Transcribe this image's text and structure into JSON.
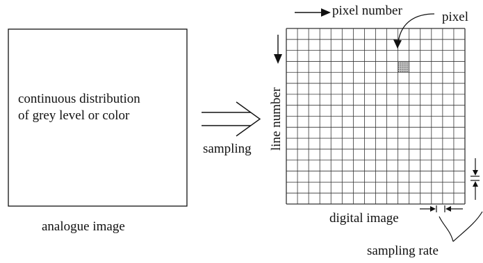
{
  "analogue": {
    "text_line1": "continuous  distribution",
    "text_line2": "of grey level or color",
    "caption": "analogue  image"
  },
  "process": {
    "label": "sampling"
  },
  "digital": {
    "pixel_number_label": "pixel   number",
    "pixel_label": "pixel",
    "line_number_label": "line number",
    "caption": "digital image",
    "sampling_rate_label": "sampling rate",
    "grid": {
      "columns": 16,
      "rows": 16,
      "highlighted_cell": {
        "column": 10,
        "row": 3
      }
    }
  },
  "colors": {
    "ink": "#111111",
    "grid_line": "#333333",
    "pixel_fill": "#9a9a9a"
  }
}
